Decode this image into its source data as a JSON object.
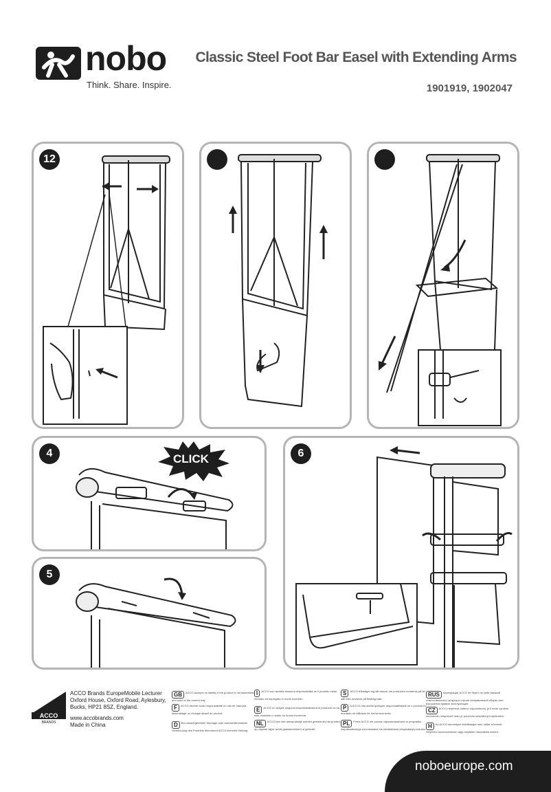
{
  "brand": {
    "name": "nobo",
    "tagline": "Think. Share. Inspire."
  },
  "header": {
    "title": "Classic Steel Foot Bar Easel with Extending Arms",
    "codes": "1901919, 1902047"
  },
  "steps": [
    {
      "num": "12"
    },
    {
      "num": ""
    },
    {
      "num": ""
    },
    {
      "num": "4"
    },
    {
      "num": "5"
    },
    {
      "num": "6"
    }
  ],
  "click_label": "CLICK",
  "footer": {
    "address_lines": [
      "ACCO Brands EuropeMobile Lecturer",
      "Oxford House, Oxford Road, Aylesbury,",
      "Bucks, HP21 8SZ, England.",
      "",
      "www.accobrands.com",
      "Made in China"
    ],
    "acco_logo": "ACCO",
    "acco_sub": "BRANDS",
    "languages": [
      {
        "code": "GB",
        "text": "ACCO accepts no liability if the product is not assembled and used in the correct way."
      },
      {
        "code": "F",
        "text": "ACCO décline toute responsabilité en cas de mauvais assemblage ou d'usage abusif du produit."
      },
      {
        "code": "D",
        "text": "Bei unsachgemäßer Montage oder zweckentfremdeter Verwendung des Produkts übernimmt ACCO keinerlei Haftung."
      },
      {
        "code": "I",
        "text": "ACCO non accetta nessuna responsabilità se il prodotto viene montato ed impiegato in modo scorretto."
      },
      {
        "code": "E",
        "text": "ACCO no acepta ninguna responsabilidad si el producto no ha sido montado o usado de forma incorrecta."
      },
      {
        "code": "NL",
        "text": "ACCO kan niet aansprakelijk worden gesteld als het product op onjuiste wijze wordt geassembleerd of gebruikt."
      },
      {
        "code": "S",
        "text": "ACCO frånsäger sig allt ansvar om produkten monteras på fel sätt eller används på felaktigt sätt."
      },
      {
        "code": "P",
        "text": "A ACCO não aceita qualquer responsabilidade se o produto for montado ou utilizado de forma incorrecta."
      },
      {
        "code": "PL",
        "text": "Firma ACCO nie ponosi odpowiedzialności w przypadku nieprawidłowego zmontowania lub niewłaściwej eksploatacji produktu."
      },
      {
        "code": "RUS",
        "text": "Корпорация ACCO не берет на себя никакой ответственности за вред в случае неправильной сборки или нарушения правил эксплуатации."
      },
      {
        "code": "CZ",
        "text": "ACCO nepřebírá žádnou odpovědnost, je-li tento výrobek smontován nesprávně nebo je používán nesprávným způsobem."
      },
      {
        "code": "H",
        "text": "Az ACCO semmilyen felelősséget nem vállal, a termék helytelen összeszerelése vagy helytelen használata esetén."
      }
    ],
    "website": "noboeurope.com"
  },
  "colors": {
    "panel_border": "#b4b4b4",
    "dark": "#1e1e1e",
    "title_grey": "#555555"
  }
}
